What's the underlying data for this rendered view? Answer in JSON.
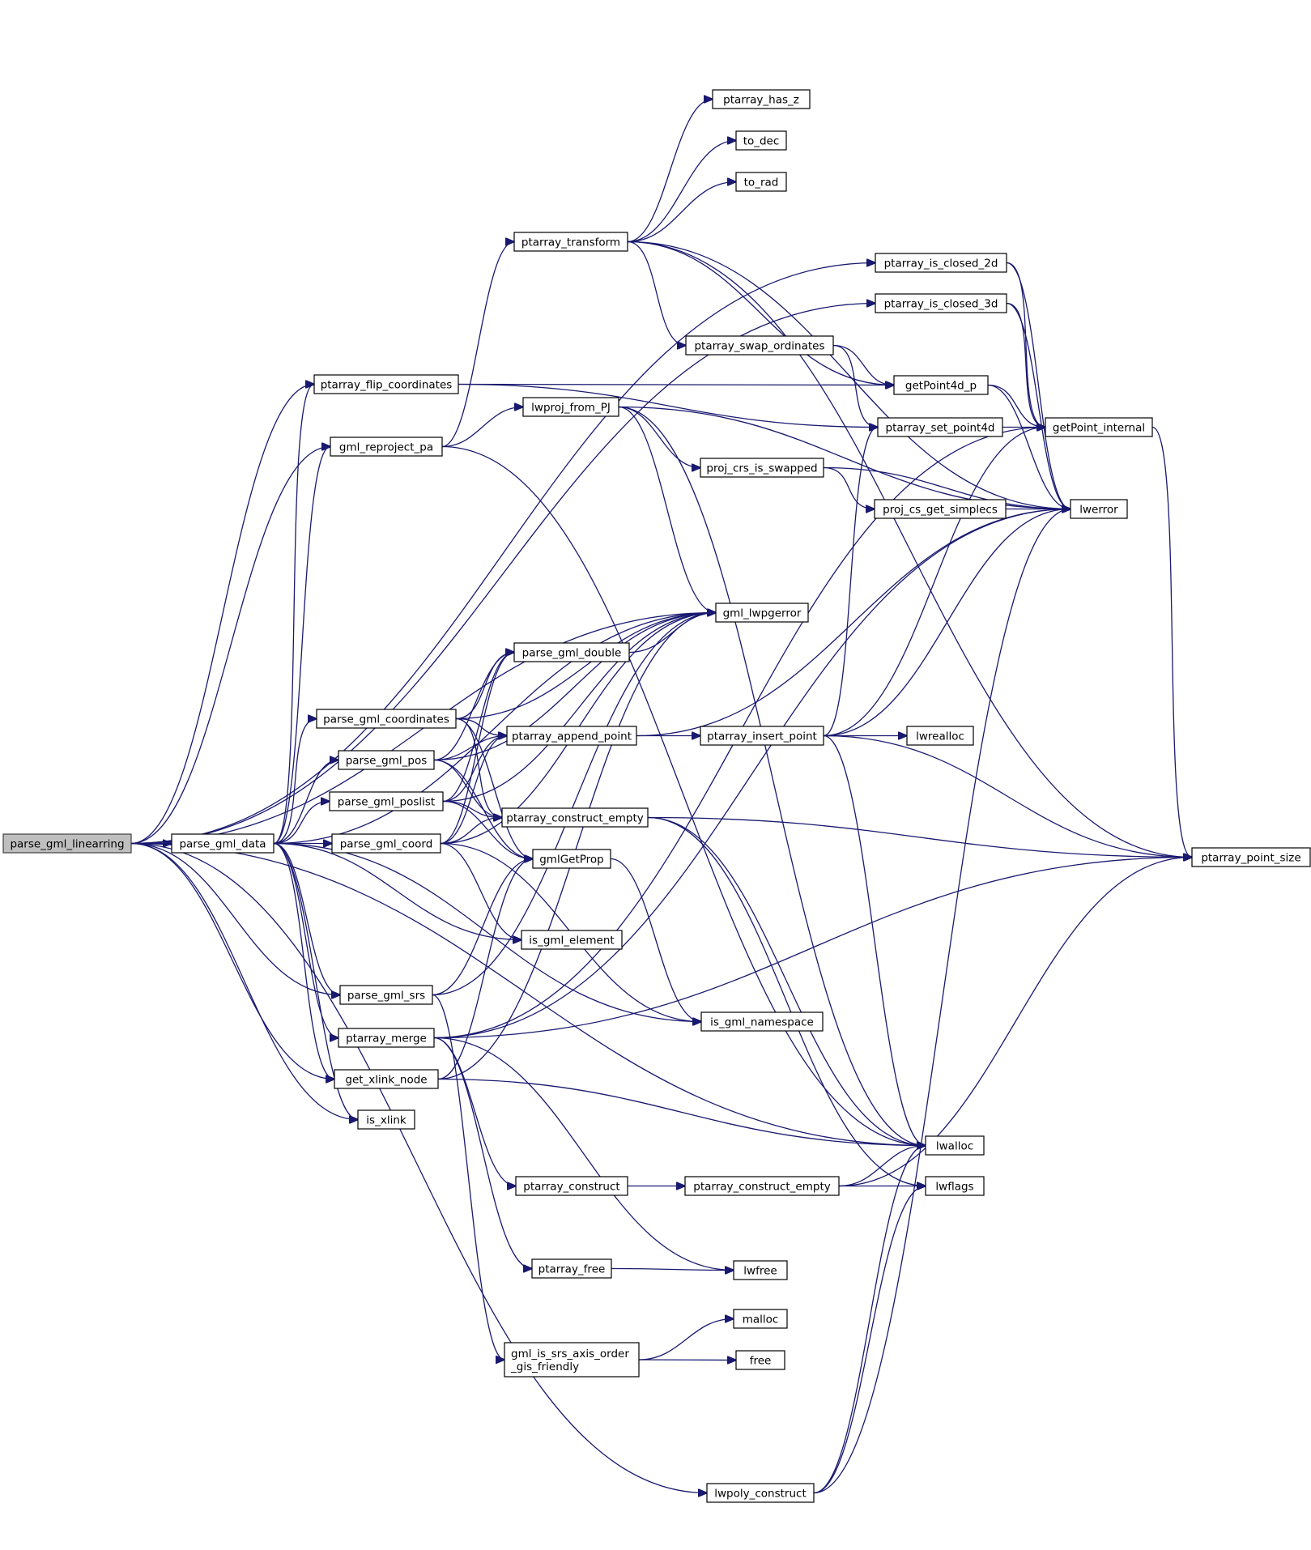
{
  "graph": {
    "edge_color": "#191970",
    "root_fill": "#bfbfbf",
    "nodes": [
      {
        "id": "parse_gml_linearring",
        "label": [
          "parse_gml_linearring"
        ],
        "root": true
      },
      {
        "id": "parse_gml_data",
        "label": [
          "parse_gml_data"
        ]
      },
      {
        "id": "ptarray_flip_coordinates",
        "label": [
          "ptarray_flip_coordinates"
        ]
      },
      {
        "id": "gml_reproject_pa",
        "label": [
          "gml_reproject_pa"
        ]
      },
      {
        "id": "parse_gml_coordinates",
        "label": [
          "parse_gml_coordinates"
        ]
      },
      {
        "id": "parse_gml_pos",
        "label": [
          "parse_gml_pos"
        ]
      },
      {
        "id": "parse_gml_poslist",
        "label": [
          "parse_gml_poslist"
        ]
      },
      {
        "id": "parse_gml_coord",
        "label": [
          "parse_gml_coord"
        ]
      },
      {
        "id": "parse_gml_srs",
        "label": [
          "parse_gml_srs"
        ]
      },
      {
        "id": "ptarray_merge",
        "label": [
          "ptarray_merge"
        ]
      },
      {
        "id": "get_xlink_node",
        "label": [
          "get_xlink_node"
        ]
      },
      {
        "id": "is_xlink",
        "label": [
          "is_xlink"
        ]
      },
      {
        "id": "ptarray_transform",
        "label": [
          "ptarray_transform"
        ]
      },
      {
        "id": "lwproj_from_PJ",
        "label": [
          "lwproj_from_PJ"
        ]
      },
      {
        "id": "parse_gml_double",
        "label": [
          "parse_gml_double"
        ]
      },
      {
        "id": "ptarray_append_point",
        "label": [
          "ptarray_append_point"
        ]
      },
      {
        "id": "ptarray_construct_empty",
        "label": [
          "ptarray_construct_empty"
        ]
      },
      {
        "id": "gmlGetProp",
        "label": [
          "gmlGetProp"
        ]
      },
      {
        "id": "is_gml_element",
        "label": [
          "is_gml_element"
        ]
      },
      {
        "id": "ptarray_construct",
        "label": [
          "ptarray_construct"
        ]
      },
      {
        "id": "ptarray_free",
        "label": [
          "ptarray_free"
        ]
      },
      {
        "id": "gml_is_srs_axis_order_gis_friendly",
        "label": [
          "gml_is_srs_axis_order",
          "_gis_friendly"
        ]
      },
      {
        "id": "ptarray_has_z",
        "label": [
          "ptarray_has_z"
        ]
      },
      {
        "id": "to_dec",
        "label": [
          "to_dec"
        ]
      },
      {
        "id": "to_rad",
        "label": [
          "to_rad"
        ]
      },
      {
        "id": "ptarray_swap_ordinates",
        "label": [
          "ptarray_swap_ordinates"
        ]
      },
      {
        "id": "proj_crs_is_swapped",
        "label": [
          "proj_crs_is_swapped"
        ]
      },
      {
        "id": "gml_lwpgerror",
        "label": [
          "gml_lwpgerror"
        ]
      },
      {
        "id": "ptarray_insert_point",
        "label": [
          "ptarray_insert_point"
        ]
      },
      {
        "id": "is_gml_namespace",
        "label": [
          "is_gml_namespace"
        ]
      },
      {
        "id": "ptarray_construct_empty_2",
        "label": [
          "ptarray_construct_empty"
        ]
      },
      {
        "id": "lwfree",
        "label": [
          "lwfree"
        ]
      },
      {
        "id": "malloc",
        "label": [
          "malloc"
        ]
      },
      {
        "id": "free",
        "label": [
          "free"
        ]
      },
      {
        "id": "lwpoly_construct",
        "label": [
          "lwpoly_construct"
        ]
      },
      {
        "id": "ptarray_is_closed_2d",
        "label": [
          "ptarray_is_closed_2d"
        ]
      },
      {
        "id": "ptarray_is_closed_3d",
        "label": [
          "ptarray_is_closed_3d"
        ]
      },
      {
        "id": "getPoint4d_p",
        "label": [
          "getPoint4d_p"
        ]
      },
      {
        "id": "ptarray_set_point4d",
        "label": [
          "ptarray_set_point4d"
        ]
      },
      {
        "id": "proj_cs_get_simplecs",
        "label": [
          "proj_cs_get_simplecs"
        ]
      },
      {
        "id": "lwrealloc",
        "label": [
          "lwrealloc"
        ]
      },
      {
        "id": "lwalloc",
        "label": [
          "lwalloc"
        ]
      },
      {
        "id": "lwflags",
        "label": [
          "lwflags"
        ]
      },
      {
        "id": "getPoint_internal",
        "label": [
          "getPoint_internal"
        ]
      },
      {
        "id": "lwerror",
        "label": [
          "lwerror"
        ]
      },
      {
        "id": "ptarray_point_size",
        "label": [
          "ptarray_point_size"
        ]
      }
    ],
    "edges": [
      [
        "parse_gml_linearring",
        "parse_gml_data"
      ],
      [
        "parse_gml_linearring",
        "ptarray_flip_coordinates"
      ],
      [
        "parse_gml_linearring",
        "gml_reproject_pa"
      ],
      [
        "parse_gml_linearring",
        "gml_lwpgerror"
      ],
      [
        "parse_gml_linearring",
        "parse_gml_srs"
      ],
      [
        "parse_gml_linearring",
        "get_xlink_node"
      ],
      [
        "parse_gml_linearring",
        "is_xlink"
      ],
      [
        "parse_gml_linearring",
        "lwalloc"
      ],
      [
        "parse_gml_linearring",
        "lwpoly_construct"
      ],
      [
        "parse_gml_linearring",
        "ptarray_is_closed_2d"
      ],
      [
        "parse_gml_linearring",
        "ptarray_is_closed_3d"
      ],
      [
        "parse_gml_data",
        "ptarray_flip_coordinates"
      ],
      [
        "parse_gml_data",
        "gml_reproject_pa"
      ],
      [
        "parse_gml_data",
        "gml_lwpgerror"
      ],
      [
        "parse_gml_data",
        "parse_gml_coordinates"
      ],
      [
        "parse_gml_data",
        "parse_gml_pos"
      ],
      [
        "parse_gml_data",
        "parse_gml_poslist"
      ],
      [
        "parse_gml_data",
        "parse_gml_coord"
      ],
      [
        "parse_gml_data",
        "parse_gml_srs"
      ],
      [
        "parse_gml_data",
        "ptarray_merge"
      ],
      [
        "parse_gml_data",
        "get_xlink_node"
      ],
      [
        "parse_gml_data",
        "is_xlink"
      ],
      [
        "parse_gml_data",
        "is_gml_element"
      ],
      [
        "parse_gml_data",
        "is_gml_namespace"
      ],
      [
        "ptarray_flip_coordinates",
        "getPoint4d_p"
      ],
      [
        "ptarray_flip_coordinates",
        "ptarray_set_point4d"
      ],
      [
        "gml_reproject_pa",
        "ptarray_transform"
      ],
      [
        "gml_reproject_pa",
        "lwproj_from_PJ"
      ],
      [
        "gml_reproject_pa",
        "lwalloc"
      ],
      [
        "ptarray_transform",
        "ptarray_has_z"
      ],
      [
        "ptarray_transform",
        "to_dec"
      ],
      [
        "ptarray_transform",
        "to_rad"
      ],
      [
        "ptarray_transform",
        "ptarray_swap_ordinates"
      ],
      [
        "ptarray_transform",
        "getPoint4d_p"
      ],
      [
        "ptarray_transform",
        "lwerror"
      ],
      [
        "ptarray_transform",
        "ptarray_point_size"
      ],
      [
        "lwproj_from_PJ",
        "proj_crs_is_swapped"
      ],
      [
        "lwproj_from_PJ",
        "gml_lwpgerror"
      ],
      [
        "lwproj_from_PJ",
        "lwalloc"
      ],
      [
        "lwproj_from_PJ",
        "lwerror"
      ],
      [
        "ptarray_swap_ordinates",
        "getPoint4d_p"
      ],
      [
        "ptarray_swap_ordinates",
        "ptarray_set_point4d"
      ],
      [
        "proj_crs_is_swapped",
        "proj_cs_get_simplecs"
      ],
      [
        "proj_crs_is_swapped",
        "lwerror"
      ],
      [
        "proj_cs_get_simplecs",
        "lwerror"
      ],
      [
        "parse_gml_coordinates",
        "gml_lwpgerror"
      ],
      [
        "parse_gml_coordinates",
        "parse_gml_double"
      ],
      [
        "parse_gml_coordinates",
        "ptarray_append_point"
      ],
      [
        "parse_gml_coordinates",
        "ptarray_construct_empty"
      ],
      [
        "parse_gml_coordinates",
        "gmlGetProp"
      ],
      [
        "parse_gml_pos",
        "gml_lwpgerror"
      ],
      [
        "parse_gml_pos",
        "parse_gml_double"
      ],
      [
        "parse_gml_pos",
        "ptarray_append_point"
      ],
      [
        "parse_gml_pos",
        "ptarray_construct_empty"
      ],
      [
        "parse_gml_pos",
        "gmlGetProp"
      ],
      [
        "parse_gml_poslist",
        "gml_lwpgerror"
      ],
      [
        "parse_gml_poslist",
        "parse_gml_double"
      ],
      [
        "parse_gml_poslist",
        "ptarray_append_point"
      ],
      [
        "parse_gml_poslist",
        "ptarray_construct_empty"
      ],
      [
        "parse_gml_poslist",
        "gmlGetProp"
      ],
      [
        "parse_gml_coord",
        "gml_lwpgerror"
      ],
      [
        "parse_gml_coord",
        "parse_gml_double"
      ],
      [
        "parse_gml_coord",
        "ptarray_append_point"
      ],
      [
        "parse_gml_coord",
        "ptarray_construct_empty"
      ],
      [
        "parse_gml_coord",
        "is_gml_element"
      ],
      [
        "parse_gml_coord",
        "is_gml_namespace"
      ],
      [
        "parse_gml_double",
        "gml_lwpgerror"
      ],
      [
        "ptarray_append_point",
        "ptarray_insert_point"
      ],
      [
        "ptarray_append_point",
        "lwerror"
      ],
      [
        "ptarray_insert_point",
        "lwrealloc"
      ],
      [
        "ptarray_insert_point",
        "lwalloc"
      ],
      [
        "ptarray_insert_point",
        "getPoint_internal"
      ],
      [
        "ptarray_insert_point",
        "lwerror"
      ],
      [
        "ptarray_insert_point",
        "ptarray_point_size"
      ],
      [
        "ptarray_insert_point",
        "ptarray_set_point4d"
      ],
      [
        "ptarray_construct_empty",
        "lwalloc"
      ],
      [
        "ptarray_construct_empty",
        "lwflags"
      ],
      [
        "ptarray_construct_empty",
        "ptarray_point_size"
      ],
      [
        "gmlGetProp",
        "is_gml_namespace"
      ],
      [
        "parse_gml_srs",
        "gmlGetProp"
      ],
      [
        "parse_gml_srs",
        "gml_lwpgerror"
      ],
      [
        "parse_gml_srs",
        "gml_is_srs_axis_order_gis_friendly"
      ],
      [
        "ptarray_merge",
        "ptarray_construct"
      ],
      [
        "ptarray_merge",
        "ptarray_free"
      ],
      [
        "ptarray_merge",
        "getPoint_internal"
      ],
      [
        "ptarray_merge",
        "ptarray_point_size"
      ],
      [
        "ptarray_merge",
        "lwfree"
      ],
      [
        "ptarray_merge",
        "lwerror"
      ],
      [
        "ptarray_construct",
        "ptarray_construct_empty_2"
      ],
      [
        "ptarray_construct_empty_2",
        "lwalloc"
      ],
      [
        "ptarray_construct_empty_2",
        "lwflags"
      ],
      [
        "ptarray_construct_empty_2",
        "ptarray_point_size"
      ],
      [
        "ptarray_free",
        "lwfree"
      ],
      [
        "gml_is_srs_axis_order_gis_friendly",
        "malloc"
      ],
      [
        "gml_is_srs_axis_order_gis_friendly",
        "free"
      ],
      [
        "get_xlink_node",
        "gmlGetProp"
      ],
      [
        "get_xlink_node",
        "gml_lwpgerror"
      ],
      [
        "get_xlink_node",
        "lwalloc"
      ],
      [
        "lwpoly_construct",
        "lwalloc"
      ],
      [
        "lwpoly_construct",
        "lwflags"
      ],
      [
        "lwpoly_construct",
        "lwerror"
      ],
      [
        "ptarray_is_closed_2d",
        "getPoint_internal"
      ],
      [
        "ptarray_is_closed_2d",
        "lwerror"
      ],
      [
        "ptarray_is_closed_3d",
        "getPoint_internal"
      ],
      [
        "ptarray_is_closed_3d",
        "lwerror"
      ],
      [
        "getPoint4d_p",
        "getPoint_internal"
      ],
      [
        "getPoint4d_p",
        "lwerror"
      ],
      [
        "ptarray_set_point4d",
        "getPoint_internal"
      ],
      [
        "getPoint_internal",
        "ptarray_point_size"
      ]
    ]
  }
}
